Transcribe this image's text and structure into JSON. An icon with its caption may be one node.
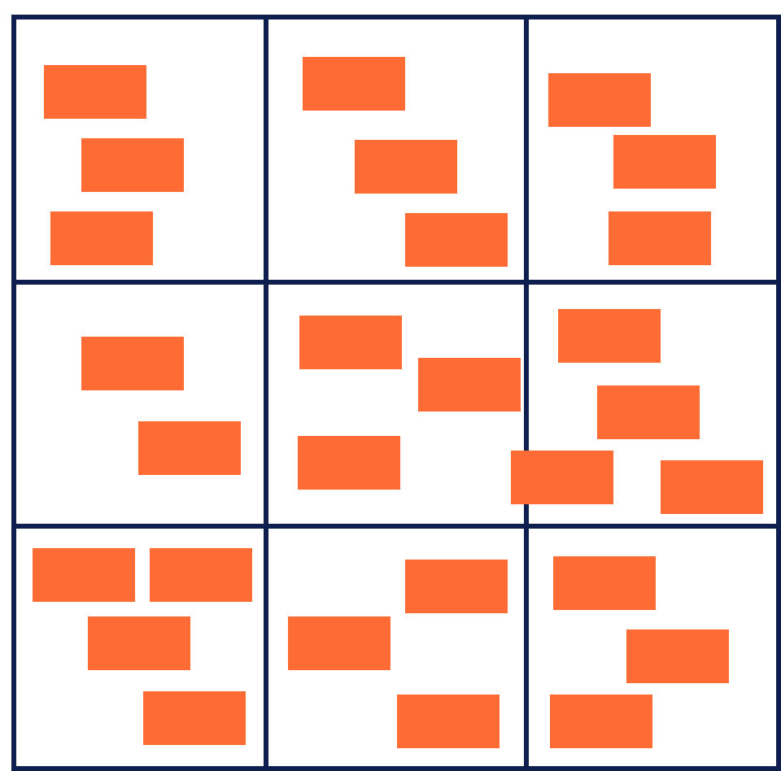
{
  "diagram": {
    "nodes": [
      {
        "text": [],
        "shape": "box"
      },
      {
        "text": [],
        "shape": "note",
        "in": 0
      },
      {
        "text": [],
        "shape": "note",
        "in": 0
      },
      {
        "text": [],
        "shape": "note",
        "in": 0
      },
      {
        "text": [],
        "shape": "box"
      },
      {
        "text": [],
        "shape": "note",
        "in": 4
      },
      {
        "text": [],
        "shape": "note",
        "in": 4
      },
      {
        "text": [],
        "shape": "note",
        "in": 4
      },
      {
        "text": [],
        "shape": "box"
      },
      {
        "text": [],
        "shape": "note",
        "in": 8
      },
      {
        "text": [],
        "shape": "note",
        "in": 8
      },
      {
        "text": [],
        "shape": "note",
        "in": 8
      },
      {
        "text": [],
        "shape": "box"
      },
      {
        "text": [],
        "shape": "note",
        "in": 12
      },
      {
        "text": [],
        "shape": "note",
        "in": 12
      },
      {
        "text": [],
        "shape": "box"
      },
      {
        "text": [],
        "shape": "note",
        "in": 15
      },
      {
        "text": [],
        "shape": "note",
        "in": 15
      },
      {
        "text": [],
        "shape": "note",
        "in": 15
      },
      {
        "text": [],
        "shape": "box"
      },
      {
        "text": [],
        "shape": "note",
        "in": 19
      },
      {
        "text": [],
        "shape": "note",
        "in": 19
      },
      {
        "text": [],
        "shape": "note"
      },
      {
        "text": [],
        "shape": "note",
        "in": 19
      },
      {
        "text": [],
        "shape": "box"
      },
      {
        "text": [],
        "shape": "note",
        "in": 24
      },
      {
        "text": [],
        "shape": "note",
        "in": 24
      },
      {
        "text": [],
        "shape": "note",
        "in": 24
      },
      {
        "text": [],
        "shape": "note",
        "in": 24
      },
      {
        "text": [],
        "shape": "box"
      },
      {
        "text": [],
        "shape": "note",
        "in": 29
      },
      {
        "text": [],
        "shape": "note",
        "in": 29
      },
      {
        "text": [],
        "shape": "note",
        "in": 29
      },
      {
        "text": [],
        "shape": "box"
      },
      {
        "text": [],
        "shape": "note",
        "in": 33
      },
      {
        "text": [],
        "shape": "note",
        "in": 33
      },
      {
        "text": [],
        "shape": "note",
        "in": 33
      }
    ]
  }
}
